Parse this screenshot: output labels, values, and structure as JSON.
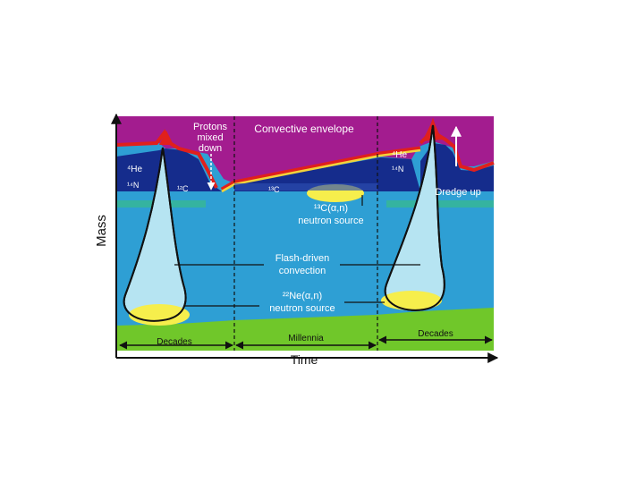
{
  "axes": {
    "y_label": "Mass",
    "x_label": "Time"
  },
  "labels": {
    "protons_mixed_down": [
      "Protons",
      "mixed",
      "down"
    ],
    "convective_envelope": "Convective envelope",
    "he4_left": "⁴He",
    "n14_left": "¹⁴N",
    "c12": "¹²C",
    "c13": "¹³C",
    "he4_right": "⁴He",
    "n14_right": "¹⁴N",
    "dredge_up": "Dredge up",
    "c13_source": [
      "¹³C(α,n)",
      "neutron source"
    ],
    "flash_convection": [
      "Flash-driven",
      "convection"
    ],
    "ne22_source": [
      "²²Ne(α,n)",
      "neutron source"
    ]
  },
  "durations": [
    "Decades",
    "Millennia",
    "Decades"
  ],
  "colors": {
    "envelope": "#a31c8f",
    "he_layer": "#152c8c",
    "intershell": "#2e9fd4",
    "flash_zone": "#b6e4f2",
    "neutron_source": "#f6ee4c",
    "core": "#70c72a",
    "teal_band": "#35b3a0",
    "red_peak": "#e0201c",
    "h_shell": "#f2d33a"
  }
}
